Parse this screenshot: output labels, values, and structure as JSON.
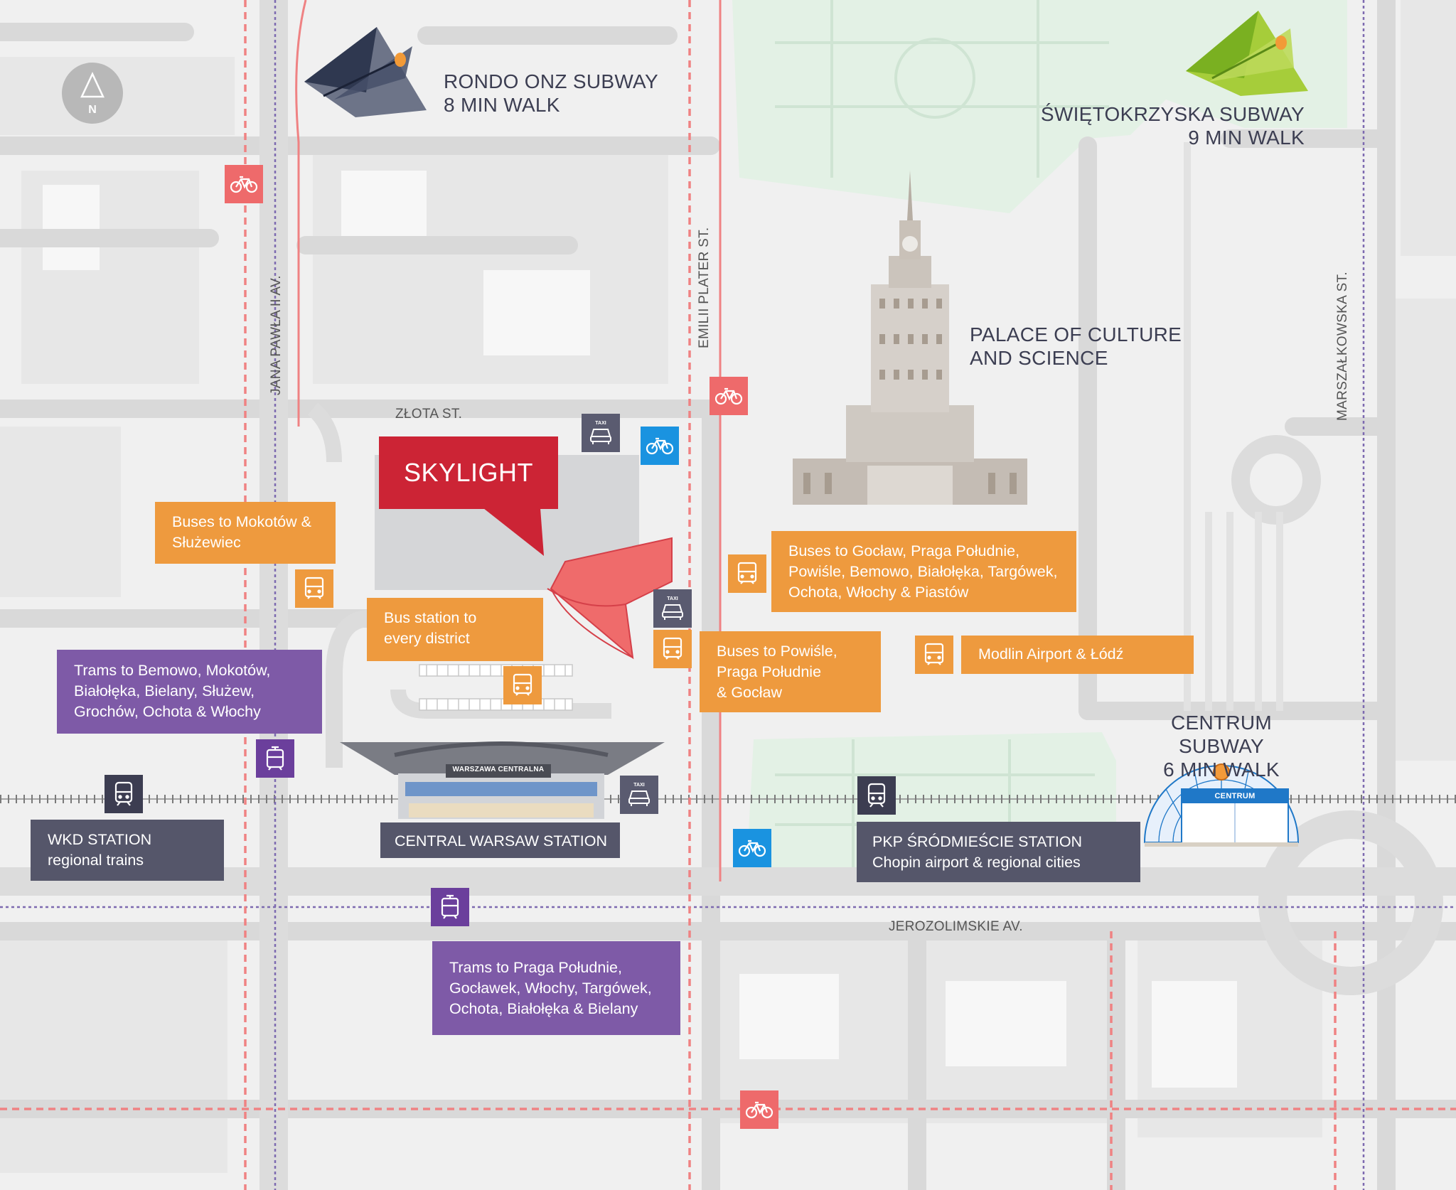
{
  "title": "SKYLIGHT",
  "compass": {
    "label": "N"
  },
  "subways": {
    "rondo_onz": {
      "line1": "RONDO ONZ SUBWAY",
      "line2": "8 MIN WALK"
    },
    "swietokrzyska": {
      "line1": "ŚWIĘTOKRZYSKA SUBWAY",
      "line2": "9 MIN WALK"
    },
    "centrum": {
      "line1": "CENTRUM SUBWAY",
      "line2": "6 MIN WALK",
      "sign": "CENTRUM"
    }
  },
  "landmarks": {
    "palace": {
      "line1": "PALACE OF CULTURE",
      "line2": "AND SCIENCE"
    },
    "station_sign": "WARSZAWA CENTRALNA"
  },
  "streets": {
    "zlota": "ZŁOTA ST.",
    "jana_pawla": "JANA PAWŁA II AV.",
    "emilii_plater": "EMILII PLATER ST.",
    "marszalkowska": "MARSZAŁKOWSKA ST.",
    "jerozolimskie": "JEROZOLIMSKIE AV."
  },
  "transit_boxes": {
    "buses_mokotow": [
      "Buses to Mokotów &",
      "Służewiec"
    ],
    "bus_station": [
      "Bus station to",
      "every district"
    ],
    "buses_goclaw": [
      "Buses to Gocław, Praga Południe,",
      "Powiśle, Bemowo, Białołęka, Targówek,",
      "Ochota, Włochy & Piastów"
    ],
    "buses_powisle": [
      "Buses to Powiśle,",
      "Praga Południe",
      "& Gocław"
    ],
    "modlin": [
      "Modlin Airport & Łódź"
    ],
    "trams_bemowo": [
      "Trams to Bemowo, Mokotów,",
      "Białołęka, Bielany, Służew,",
      "Grochów, Ochota & Włochy"
    ],
    "trams_praga": [
      "Trams to Praga Południe,",
      "Gocławek, Włochy, Targówek,",
      "Ochota, Białołęka & Bielany"
    ],
    "wkd": [
      "WKD STATION",
      "regional trains"
    ],
    "central": [
      "CENTRAL WARSAW STATION"
    ],
    "pkp": [
      "PKP ŚRÓDMIEŚCIE STATION",
      "Chopin airport & regional cities"
    ]
  },
  "icon_labels": {
    "taxi": "TAXI"
  },
  "colors": {
    "orange": "#ee9a3e",
    "purple": "#7e5aa7",
    "dark": "#55566a",
    "skylight_red": "#cc2435",
    "bike_red": "#ee6a6b",
    "bike_blue": "#1a93e0",
    "park_green": "#e3f1e5"
  }
}
